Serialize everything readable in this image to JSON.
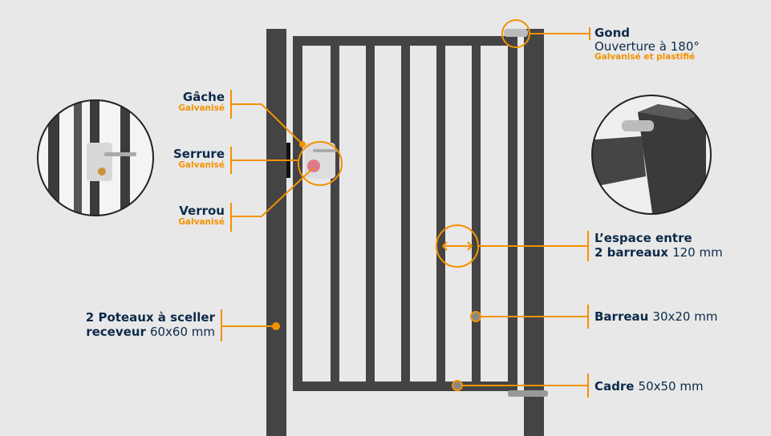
{
  "colors": {
    "accent": "#f39200",
    "text": "#0d2a4a",
    "metal": "#444444",
    "background": "#e8e8e8"
  },
  "labels": {
    "gond": {
      "title": "Gond",
      "detail": "Ouverture à 180°",
      "finish": "Galvanisé et plastifié"
    },
    "gache": {
      "title": "Gâche",
      "finish": "Galvanisé"
    },
    "serrure": {
      "title": "Serrure",
      "finish": "Galvanisé"
    },
    "verrou": {
      "title": "Verrou",
      "finish": "Galvanisé"
    },
    "espace": {
      "line1": "L’espace entre",
      "line2_bold": "2 barreaux",
      "line2_value": "120 mm"
    },
    "barreau": {
      "title": "Barreau",
      "value": "30x20 mm"
    },
    "cadre": {
      "title": "Cadre",
      "value": "50x50 mm"
    },
    "poteaux": {
      "line1": "2 Poteaux à sceller",
      "line2_bold": "receveur",
      "line2_value": "60x60 mm"
    }
  }
}
